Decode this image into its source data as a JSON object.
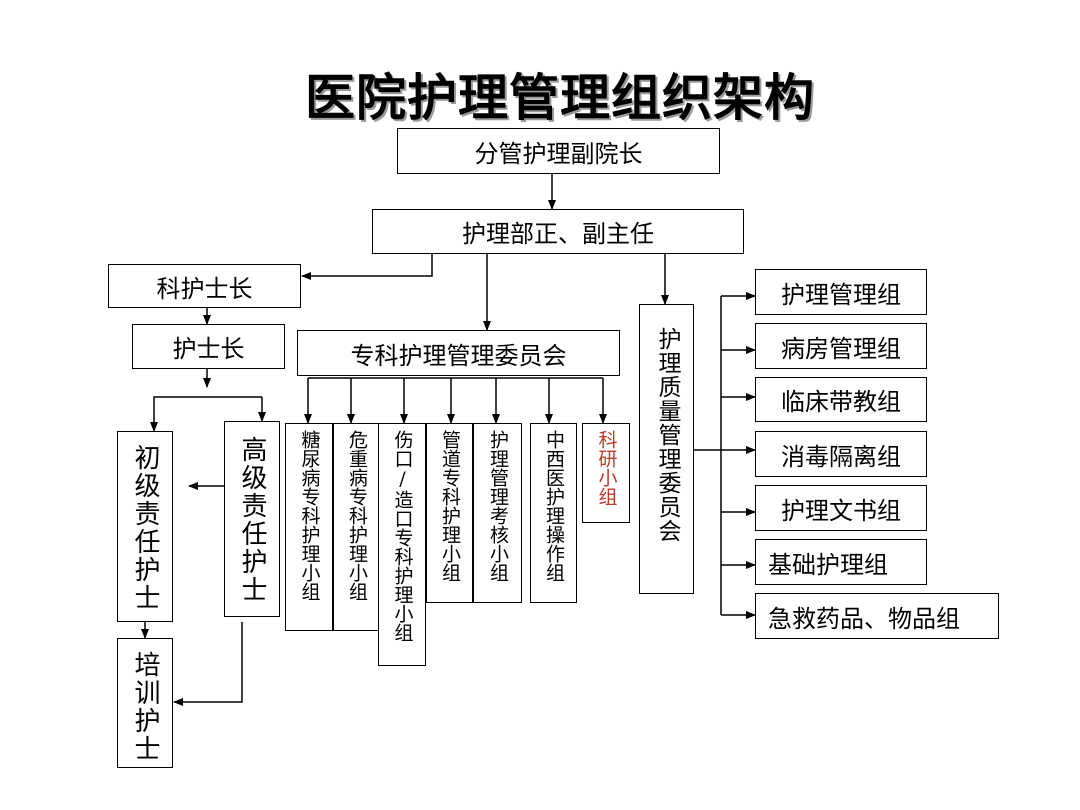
{
  "title": "医院护理管理组织架构",
  "nodes": {
    "vice_president": "分管护理副院长",
    "nursing_dept": "护理部正、副主任",
    "dept_head_nurse": "科护士长",
    "head_nurse": "护士长",
    "specialty_committee": "专科护理管理委员会",
    "quality_committee": "护理质量管理委员会",
    "junior_nurse": "初级责任护士",
    "senior_nurse": "高级责任护士",
    "trainee_nurse": "培训护士",
    "specialty_groups": [
      "糖尿病专科护理小组",
      "危重病专科护理小组",
      "伤口/造口专科护理小组",
      "管道专科护理小组",
      "护理管理考核小组",
      "中西医护理操作组",
      "科研小组"
    ],
    "quality_groups": [
      "护理管理组",
      "病房管理组",
      "临床带教组",
      "消毒隔离组",
      "护理文书组",
      "基础护理组",
      "急救药品、物品组"
    ]
  },
  "colors": {
    "line": "#000000",
    "highlight_text": "#c0392b"
  }
}
